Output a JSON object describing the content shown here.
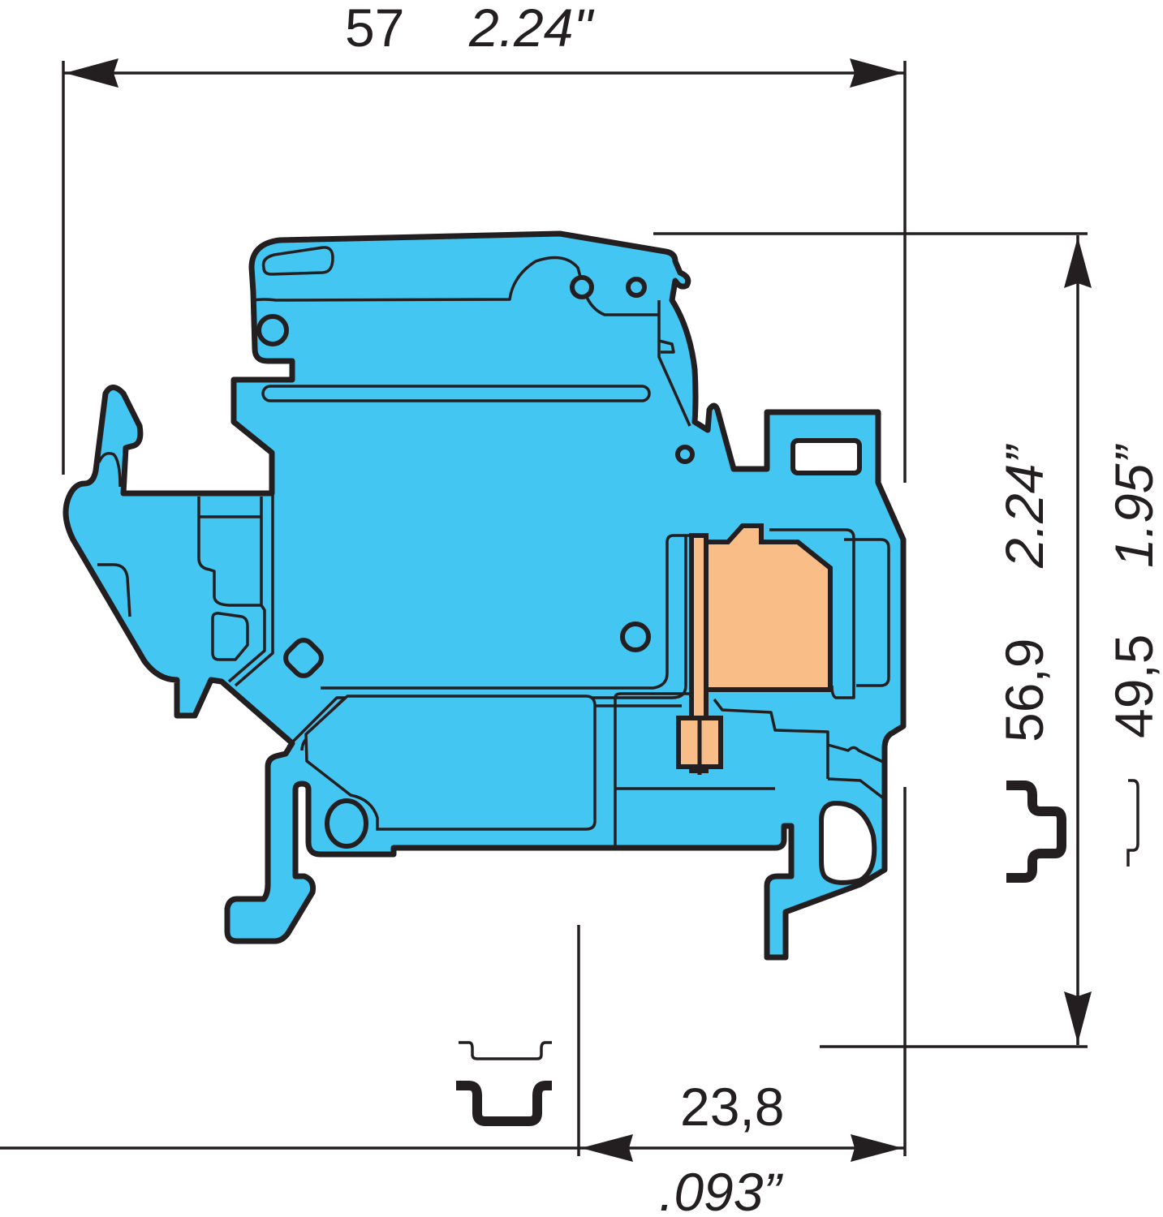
{
  "diagram": {
    "subject": "DIN rail terminal block, side view",
    "colors": {
      "housing": "#43c6f2",
      "conductor": "#f9bd87",
      "outline": "#231f20",
      "background": "#ffffff"
    }
  },
  "dimensions": {
    "width_overall": {
      "mm": "57",
      "inch": "2.24\""
    },
    "height_top_rail": {
      "mm": "56,9",
      "inch": "2.24”"
    },
    "height_g_rail": {
      "mm": "49,5",
      "inch": "1.95”"
    },
    "offset_bottom": {
      "mm": "23,8",
      "inch": ".093”"
    }
  },
  "symbols": {
    "top_hat_rail_icon": "DIN top-hat rail (TS35)",
    "g_rail_icon": "DIN G-rail (TS32)"
  }
}
